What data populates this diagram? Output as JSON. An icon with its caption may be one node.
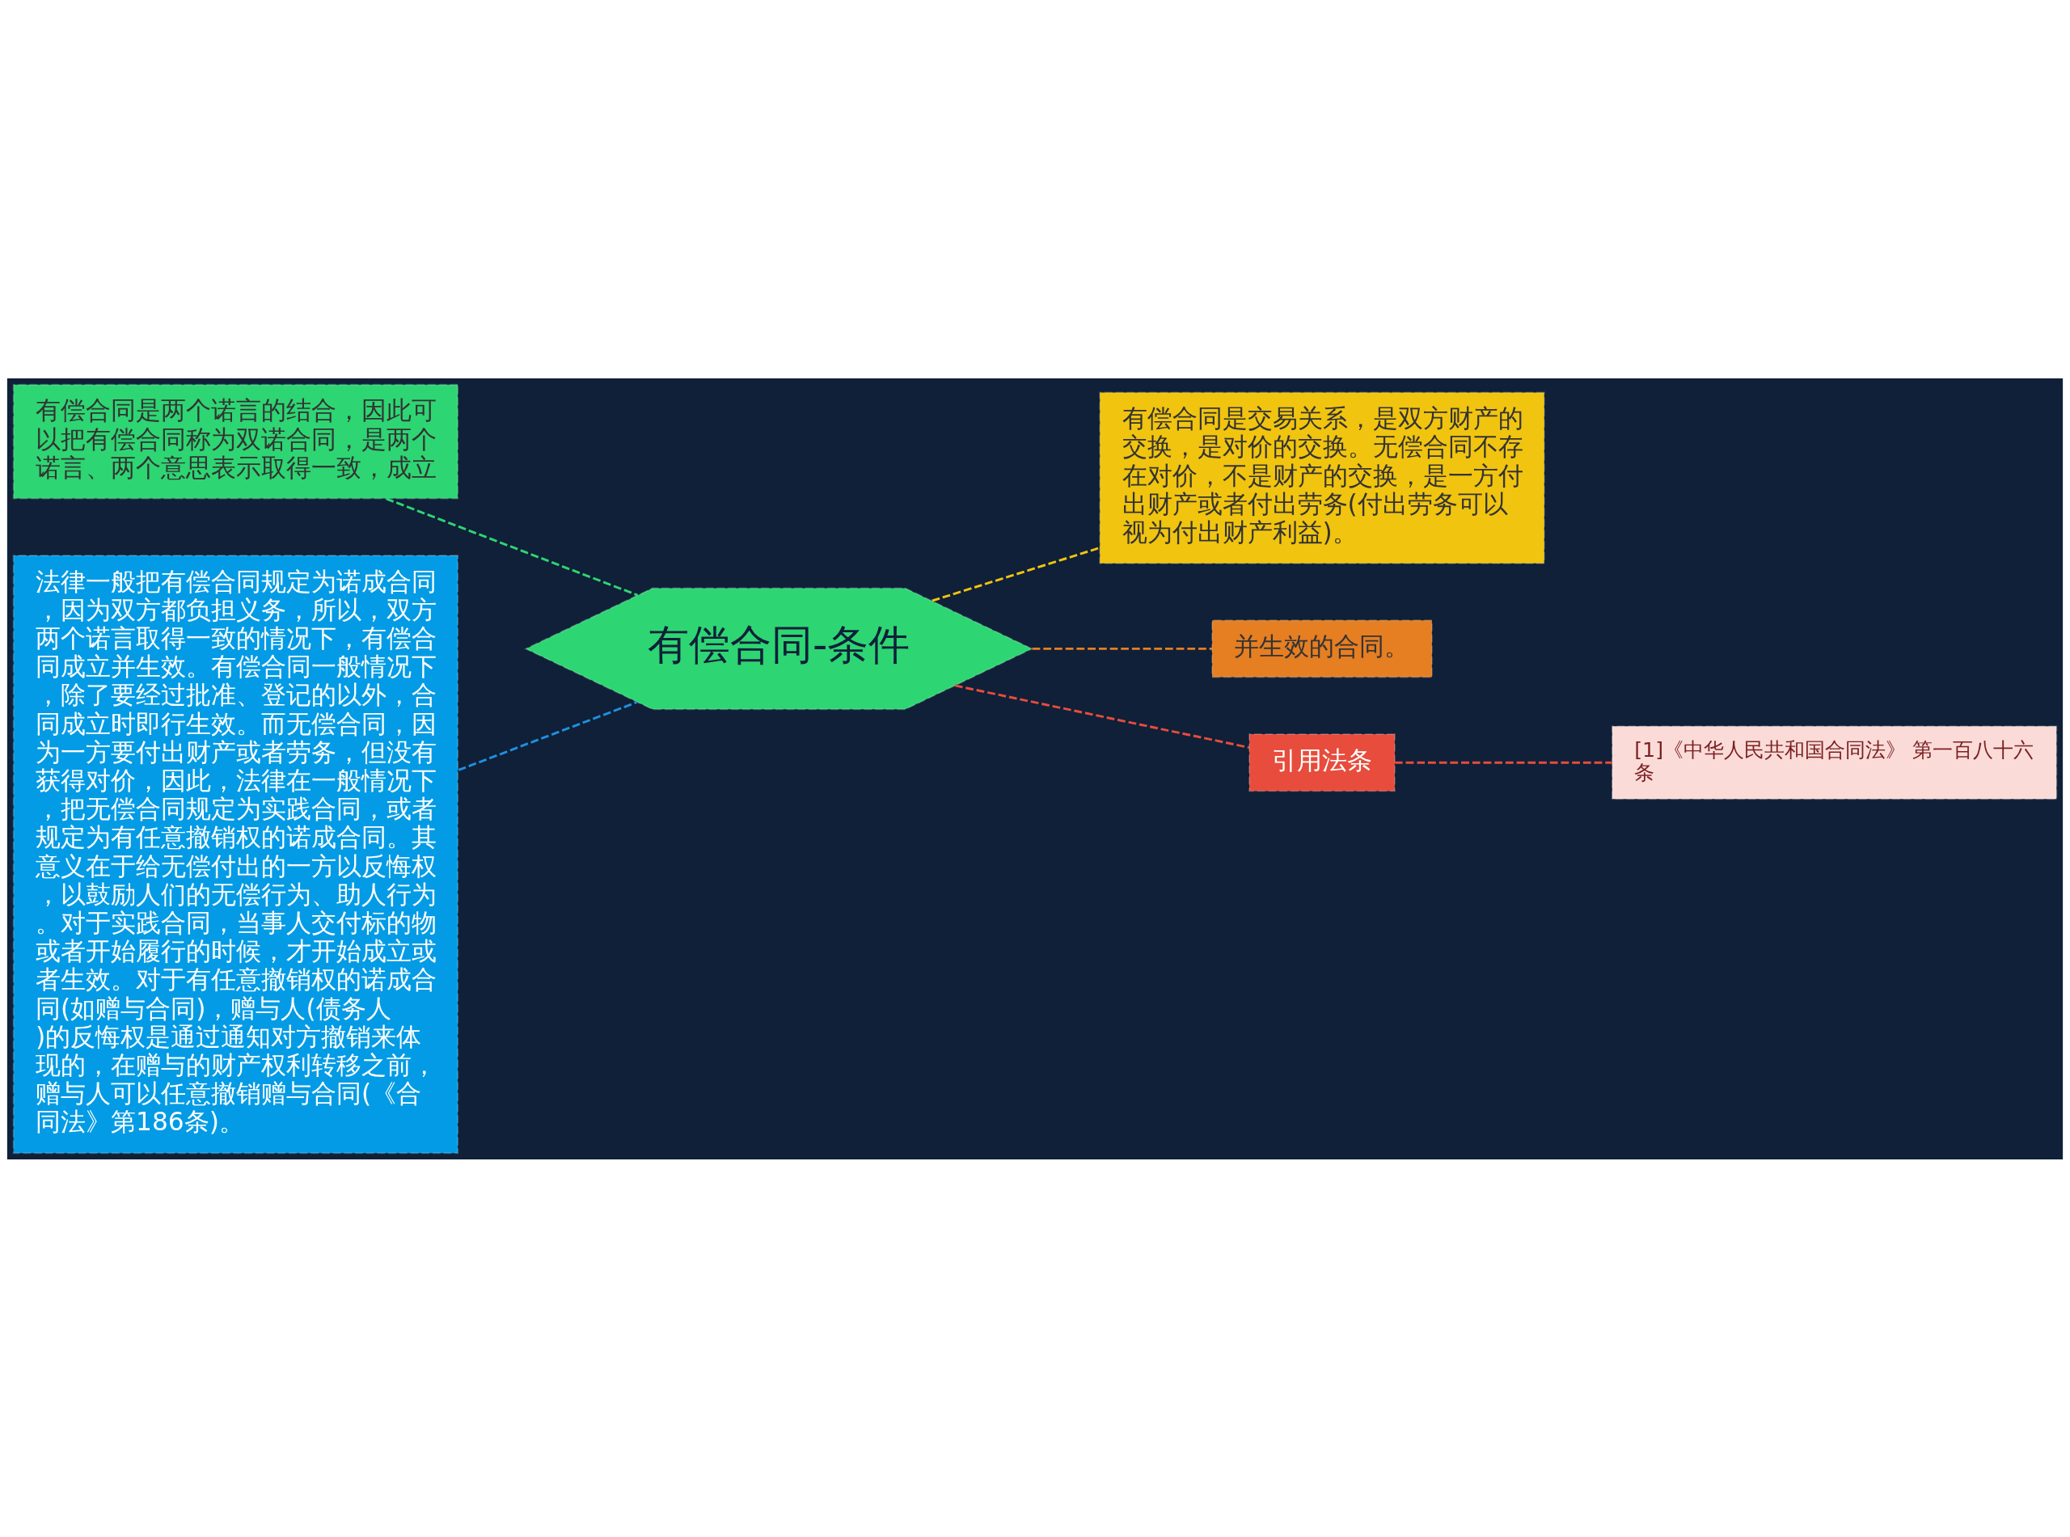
{
  "diagram": {
    "nodes": [
      {
        "text": [
          "有偿合同-条件"
        ]
      },
      {
        "text": [
          "有偿合同是两个诺言的结合，因此可以把有偿合同称为双诺合同，是两个诺言、两个意思表示取得一致，成立"
        ]
      },
      {
        "text": [
          "法律一般把有偿合同规定为诺成合同，因为双方都负担义务，所以，双方两个诺言取得一致的情况下，有偿合同成立并生效。有偿合同一般情况下，除了要经过批准、登记的以外，合同成立时即行生效。而无偿合同，因为一方要付出财产或者劳务，但没有获得对价，因此，法律在一般情况下，把无偿合同规定为实践合同，或者规定为有任意撤销权的诺成合同。其意义在于给无偿付出的一方以反悔权，以鼓励人们的无偿行为、助人行为。对于实践合同，当事人交付标的物或者开始履行的时候，才开始成立或者生效。对于有任意撤销权的诺成合同(如赠与合同)，赠与人(债务人)的反悔权是通过通知对方撤销来体现的，在赠与的财产权利转移之前，赠与人可以任意撤销赠与合同(《合同法》第186条)。"
        ]
      },
      {
        "text": [
          "有偿合同是交易关系，是双方财产的交换，是对价的交换。无偿合同不存在对价，不是财产的交换，是一方付出财产或者付出劳务(付出劳务可以视为付出财产利益)。"
        ]
      },
      {
        "text": [
          "并生效的合同。"
        ]
      },
      {
        "text": [
          "引用法条"
        ]
      },
      {
        "text": [
          "[1]《中华人民共和国合同法》 第一百八十六条"
        ]
      }
    ],
    "edges": [
      {
        "from": 0,
        "to": 1,
        "arrow": "none",
        "style": "dashed",
        "color": "#2ed573"
      },
      {
        "from": 0,
        "to": 2,
        "arrow": "none",
        "style": "dashed",
        "color": "#1e90e0"
      },
      {
        "from": 0,
        "to": 3,
        "arrow": "none",
        "style": "dashed",
        "color": "#f1c40f"
      },
      {
        "from": 0,
        "to": 4,
        "arrow": "none",
        "style": "dashed",
        "color": "#e67e22"
      },
      {
        "from": 0,
        "to": 5,
        "arrow": "none",
        "style": "dashed",
        "color": "#e74c3c"
      },
      {
        "from": 5,
        "to": 6,
        "arrow": "none",
        "style": "dashed",
        "color": "#e74c3c"
      }
    ]
  }
}
